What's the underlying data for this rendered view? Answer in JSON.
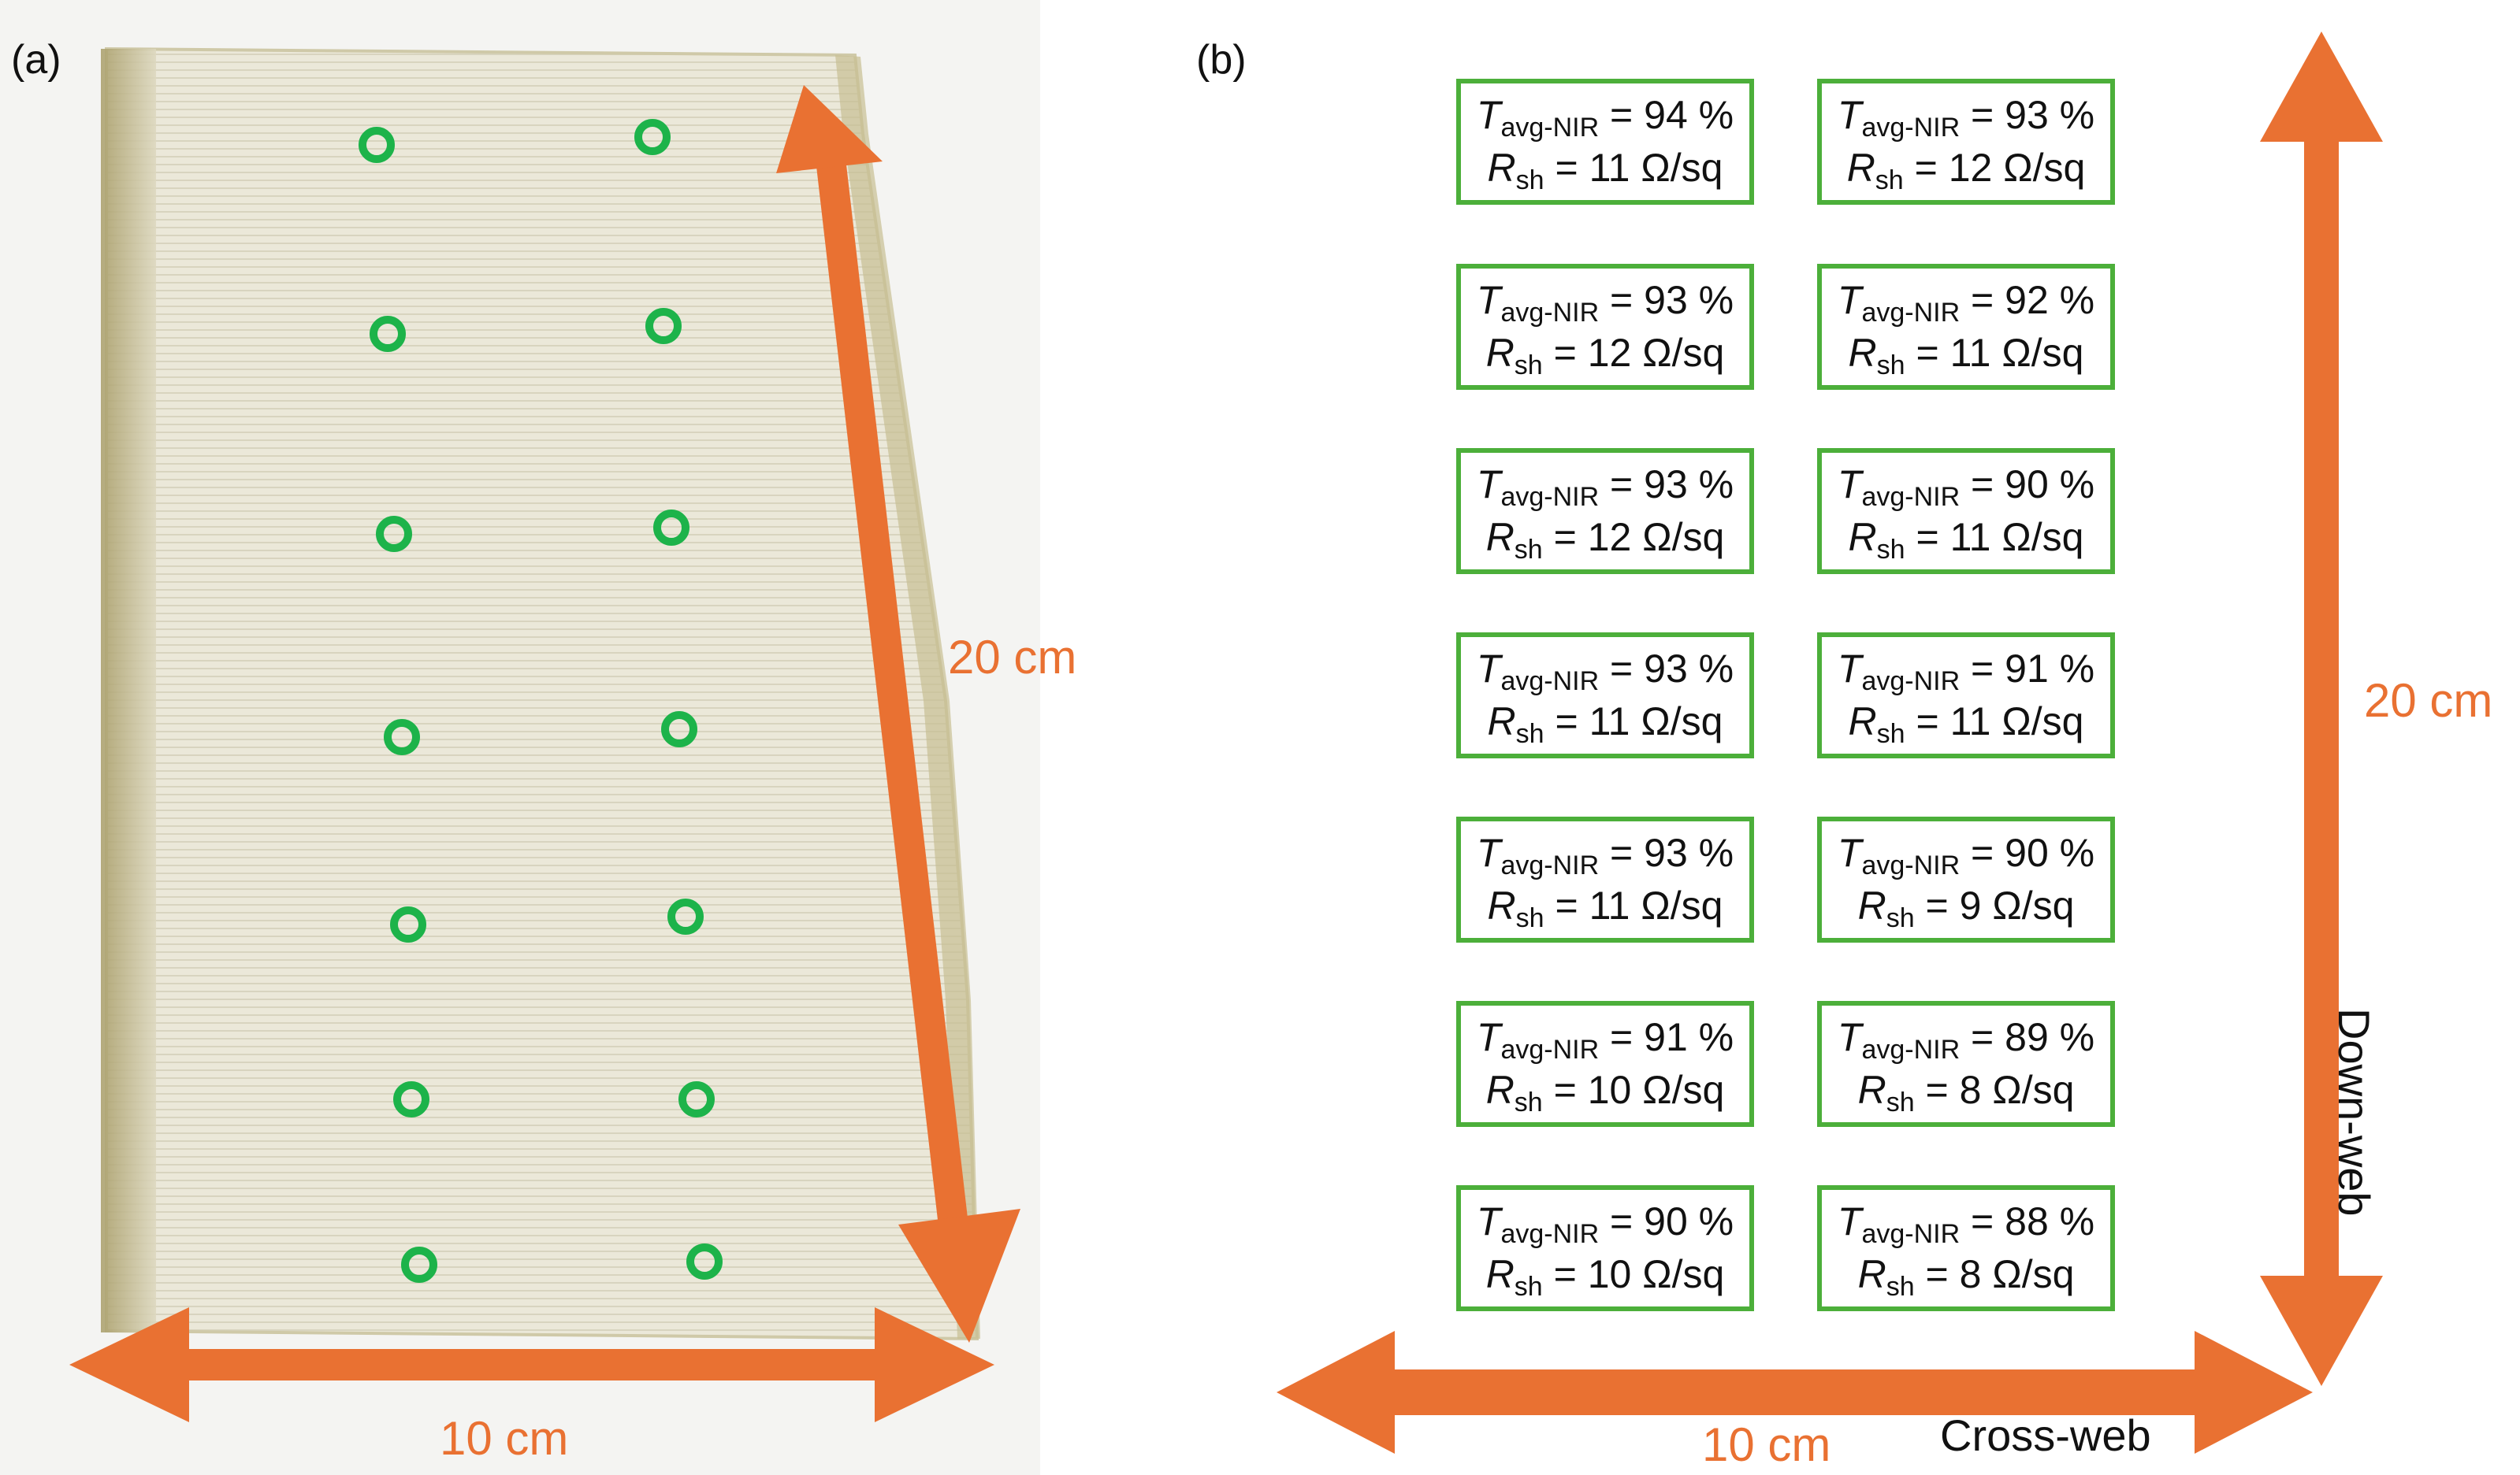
{
  "panel_a": {
    "label": "(a)",
    "height_label": "20 cm",
    "width_label": "10 cm",
    "points": 14,
    "marker_color": "#1db34a"
  },
  "panel_b": {
    "label": "(b)",
    "height_label": "20 cm",
    "width_label": "10 cm",
    "vertical_axis_label": "Down-web",
    "horizontal_axis_label": "Cross-web",
    "t_symbol": "T",
    "t_subscript": "avg-NIR",
    "r_symbol": "R",
    "r_subscript": "sh",
    "grid": [
      [
        {
          "t": "= 94 %",
          "r": "= 11 Ω/sq"
        },
        {
          "t": "= 93 %",
          "r": "= 12 Ω/sq"
        }
      ],
      [
        {
          "t": "= 93 %",
          "r": "= 12 Ω/sq"
        },
        {
          "t": "= 92 %",
          "r": "= 11 Ω/sq"
        }
      ],
      [
        {
          "t": "= 93 %",
          "r": "= 12 Ω/sq"
        },
        {
          "t": "= 90 %",
          "r": "= 11 Ω/sq"
        }
      ],
      [
        {
          "t": "= 93 %",
          "r": "= 11 Ω/sq"
        },
        {
          "t": "= 91 %",
          "r": "= 11 Ω/sq"
        }
      ],
      [
        {
          "t": "= 93 %",
          "r": "= 11 Ω/sq"
        },
        {
          "t": "= 90 %",
          "r": "= 9 Ω/sq"
        }
      ],
      [
        {
          "t": "= 91 %",
          "r": "= 10 Ω/sq"
        },
        {
          "t": "= 89 %",
          "r": "= 8 Ω/sq"
        }
      ],
      [
        {
          "t": "= 90 %",
          "r": "= 10 Ω/sq"
        },
        {
          "t": "= 88 %",
          "r": "= 8 Ω/sq"
        }
      ]
    ]
  },
  "colors": {
    "arrow": "#e97132",
    "cell_border": "#4caf3a",
    "film": "#e9e5d3",
    "film_edge": "#b5ad7f"
  }
}
